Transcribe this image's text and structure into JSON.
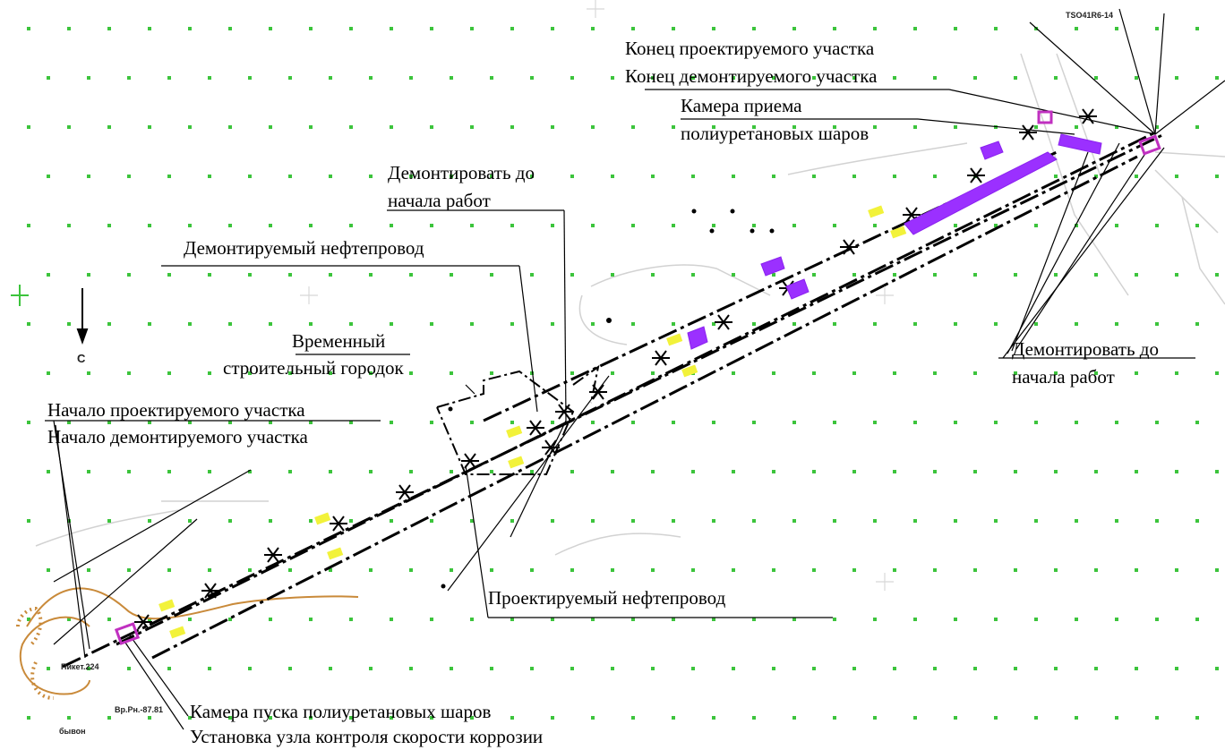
{
  "labels": {
    "end_design": "Конец проектируемого участка",
    "end_dismantle": "Конец демонтируемого участка",
    "receiver_chamber_1": "Камера приема",
    "receiver_chamber_2": "полиуретановых шаров",
    "dismantle_before_1": "Демонтировать до",
    "dismantle_before_2": "начала работ",
    "dismantled_pipeline": "Демонтируемый нефтепровод",
    "temp_camp_1": "Временный",
    "temp_camp_2": "строительный городок",
    "start_design": "Начало проектируемого участка",
    "start_dismantle": "Начало демонтируемого участка",
    "designed_pipeline": "Проектируемый нефтепровод",
    "dismantle_before_right_1": "Демонтировать до",
    "dismantle_before_right_2": "начала работ",
    "launcher_chamber": "Камера пуска полиуретановых шаров",
    "corrosion_unit": "Установка узла контроля скорости коррозии"
  },
  "small_labels": {
    "left_mark_1": "Пикет.224",
    "left_mark_2": "Вр.Рн.-87.81",
    "left_mark_3": "бывон",
    "top_right_mark": "TSO41R6-14"
  },
  "compass": {
    "letter": "С",
    "icon": "north-arrow-icon"
  },
  "colors": {
    "grid_dots": "#3cc43c",
    "pipeline": "#000000",
    "receiver": "#9b30ff",
    "launcher": "#c030c0",
    "markers": "#f2f23a",
    "contour": "#c98a3a",
    "background_lines": "#cfcfcf"
  }
}
